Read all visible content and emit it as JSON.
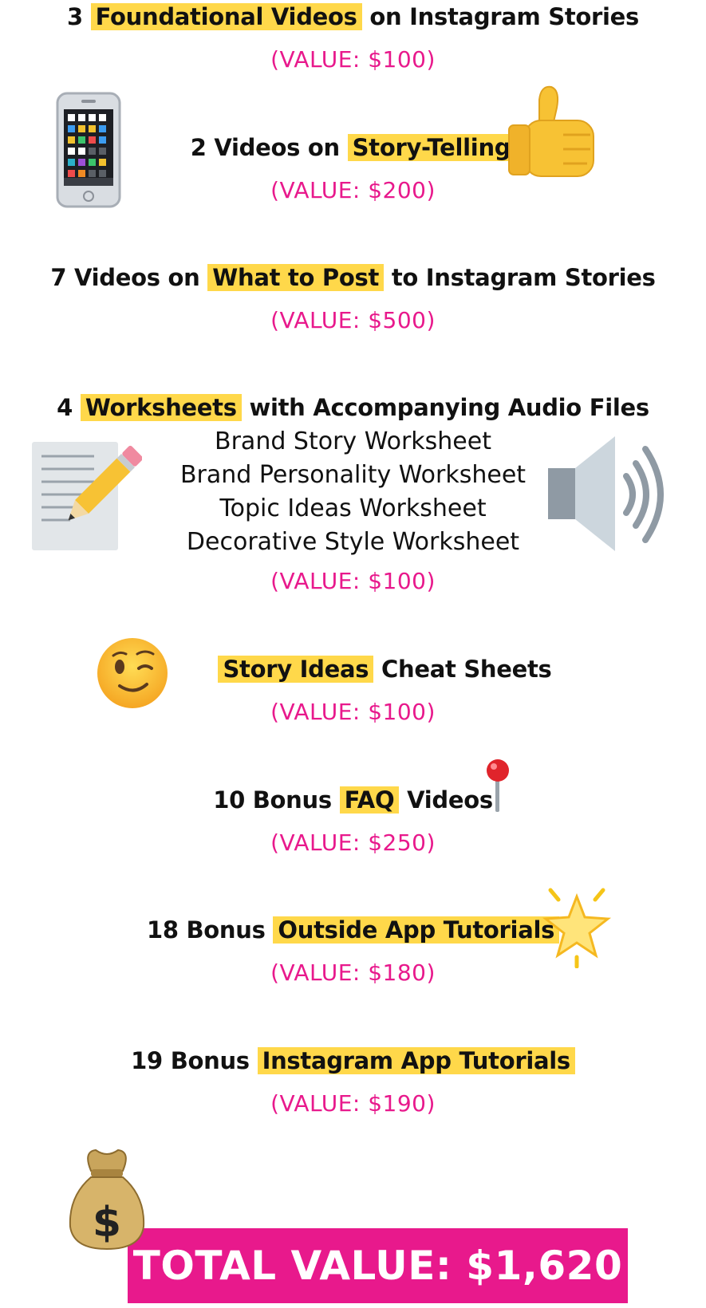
{
  "items": [
    {
      "pre": "3",
      "hl": "Foundational Videos",
      "post": "on Instagram Stories",
      "value": "(VALUE: $100)"
    },
    {
      "pre": "2 Videos on",
      "hl": "Story-Telling",
      "post": "",
      "value": "(VALUE: $200)"
    },
    {
      "pre": "7 Videos on",
      "hl": "What to Post",
      "post": "to Instagram Stories",
      "value": "(VALUE: $500)"
    },
    {
      "pre": "4",
      "hl": "Worksheets",
      "post": "with Accompanying Audio Files",
      "value": "(VALUE: $100)",
      "sub": [
        "Brand Story Worksheet",
        "Brand Personality Worksheet",
        "Topic Ideas Worksheet",
        "Decorative Style Worksheet"
      ]
    },
    {
      "pre": "",
      "hl": "Story Ideas",
      "post": "Cheat Sheets",
      "value": "(VALUE: $100)"
    },
    {
      "pre": "10 Bonus",
      "hl": "FAQ",
      "post": "Videos",
      "value": "(VALUE: $250)"
    },
    {
      "pre": "18 Bonus",
      "hl": "Outside App Tutorials",
      "post": "",
      "value": "(VALUE:  $180)"
    },
    {
      "pre": "19 Bonus",
      "hl": "Instagram App Tutorials",
      "post": "",
      "value": "(VALUE:  $190)"
    }
  ],
  "total": "TOTAL VALUE: $1,620",
  "icons": [
    "phone-icon",
    "thumbs-up-icon",
    "memo-pencil-icon",
    "speaker-icon",
    "winking-face-icon",
    "pushpin-icon",
    "glowing-star-icon",
    "money-bag-icon"
  ],
  "colors": {
    "highlight": "#ffd84a",
    "accent": "#e8198c"
  }
}
